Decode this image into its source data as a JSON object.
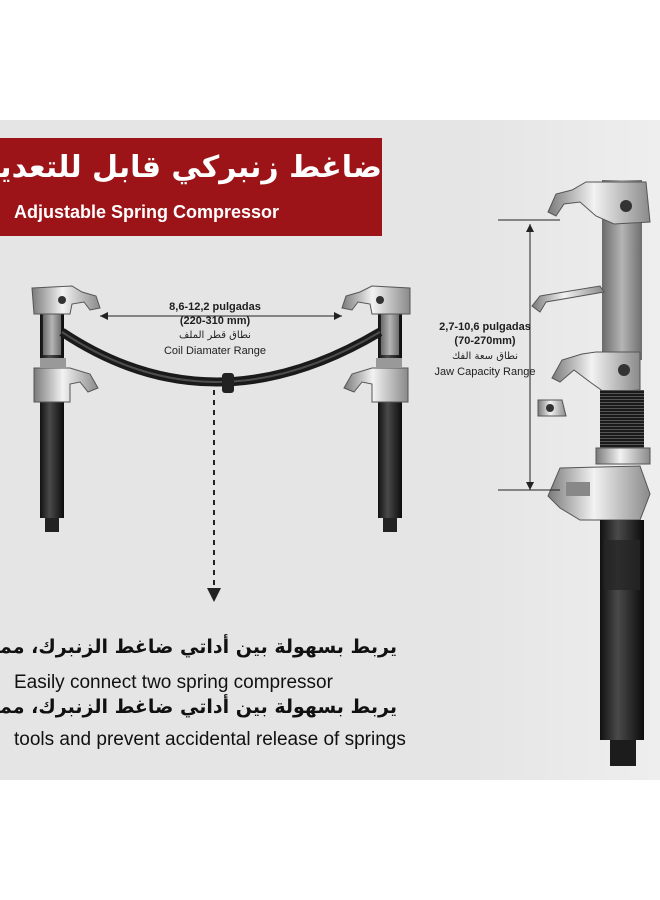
{
  "banner": {
    "title_ar": "ضاغط زنبركي قابل للتعديل",
    "title_en": "Adjustable Spring Compressor",
    "color": "#9c1418"
  },
  "coil_range": {
    "inches": "8,6-12,2 pulgadas",
    "mm": "(220-310 mm)",
    "label_ar": "نطاق قطر الملف",
    "label_en": "Coil Diamater Range"
  },
  "jaw_range": {
    "inches": "2,7-10,6 pulgadas",
    "mm": "(70-270mm)",
    "label_ar": "نطاق سعة الفك",
    "label_en": "Jaw Capacity Range"
  },
  "feature": {
    "line1_ar": "يربط بسهولة بين أداتي ضاغط الزنبرك، مما",
    "line2_en": "Easily connect two spring compressor",
    "line3_ar": "يربط بسهولة بين أداتي ضاغط الزنبرك، مما",
    "line4_en": "tools and prevent accidental release of springs"
  }
}
